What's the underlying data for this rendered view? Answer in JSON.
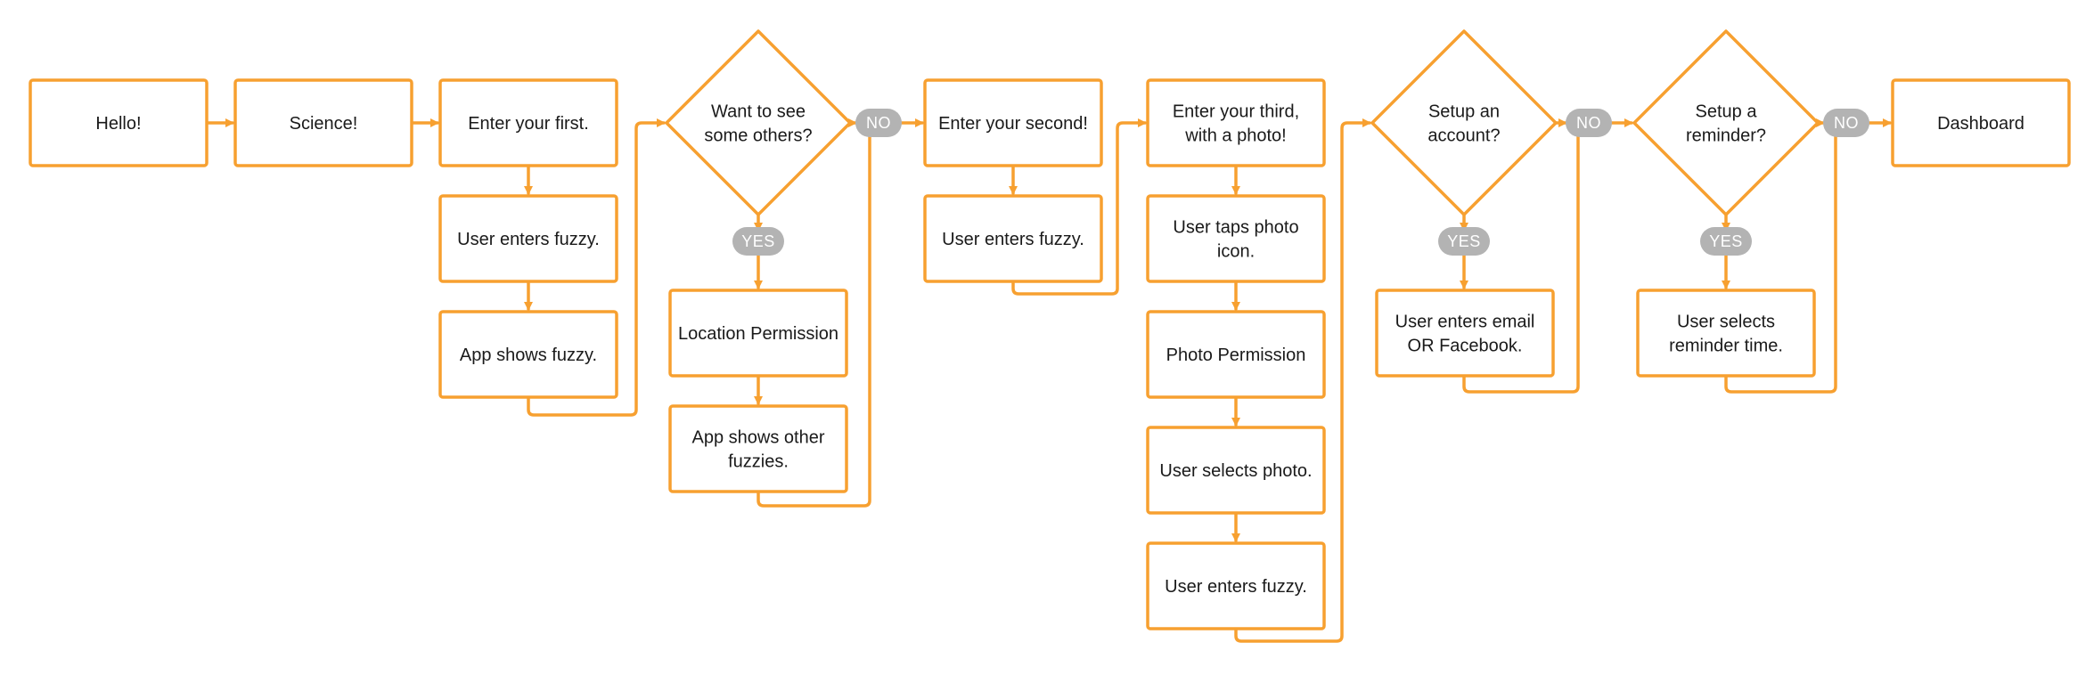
{
  "colors": {
    "accent": "#F7A030",
    "pill": "#B3B3B3",
    "text": "#1a1a1a"
  },
  "nodes": [
    {
      "id": "hello",
      "lines": [
        "Hello!"
      ]
    },
    {
      "id": "science",
      "lines": [
        "Science!"
      ]
    },
    {
      "id": "first",
      "lines": [
        "Enter your first."
      ]
    },
    {
      "id": "fuzzy1",
      "lines": [
        "User enters fuzzy."
      ]
    },
    {
      "id": "appfuzzy",
      "lines": [
        "App shows fuzzy."
      ]
    },
    {
      "id": "d1",
      "lines": [
        "Want to see",
        "some others?"
      ]
    },
    {
      "id": "location",
      "lines": [
        "Location Permission"
      ]
    },
    {
      "id": "others",
      "lines": [
        "App shows other",
        "fuzzies."
      ]
    },
    {
      "id": "second",
      "lines": [
        "Enter your second!"
      ]
    },
    {
      "id": "fuzzy2",
      "lines": [
        "User enters fuzzy."
      ]
    },
    {
      "id": "third",
      "lines": [
        "Enter your third,",
        "with a photo!"
      ]
    },
    {
      "id": "taps",
      "lines": [
        "User taps photo",
        "icon."
      ]
    },
    {
      "id": "photoperm",
      "lines": [
        "Photo Permission"
      ]
    },
    {
      "id": "selphoto",
      "lines": [
        "User selects photo."
      ]
    },
    {
      "id": "fuzzy3",
      "lines": [
        "User enters fuzzy."
      ]
    },
    {
      "id": "d2",
      "lines": [
        "Setup an",
        "account?"
      ]
    },
    {
      "id": "email",
      "lines": [
        "User enters email",
        "OR Facebook."
      ]
    },
    {
      "id": "d3",
      "lines": [
        "Setup a",
        "reminder?"
      ]
    },
    {
      "id": "reminder",
      "lines": [
        "User selects",
        "reminder time."
      ]
    },
    {
      "id": "dashboard",
      "lines": [
        "Dashboard"
      ]
    }
  ],
  "pills": [
    {
      "id": "no1",
      "label": "NO"
    },
    {
      "id": "yes1",
      "label": "YES"
    },
    {
      "id": "no2",
      "label": "NO"
    },
    {
      "id": "yes2",
      "label": "YES"
    },
    {
      "id": "no3",
      "label": "NO"
    },
    {
      "id": "yes3",
      "label": "YES"
    }
  ]
}
